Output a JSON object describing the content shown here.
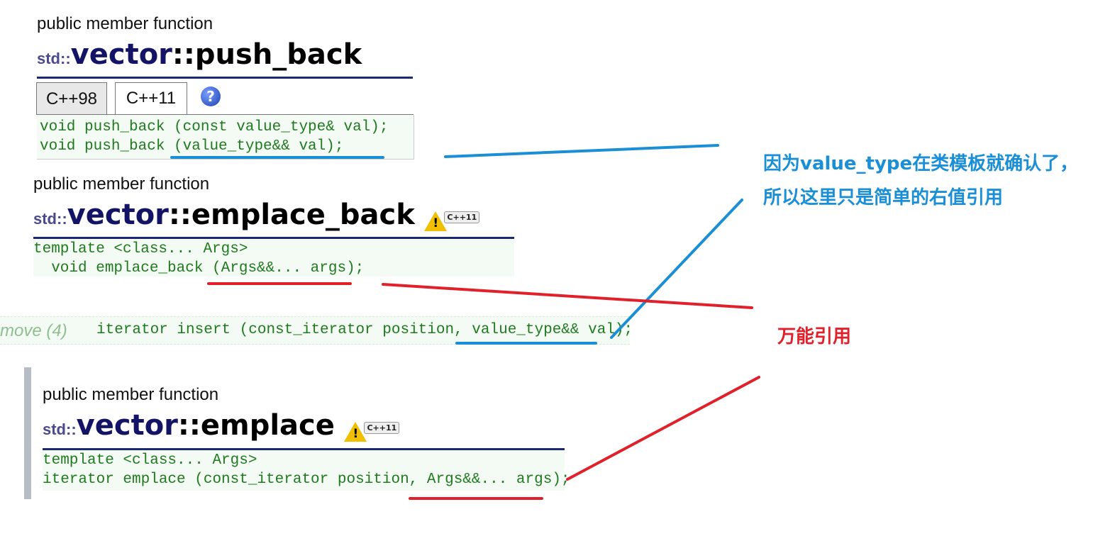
{
  "section1": {
    "kind": "public member function",
    "ns": "std::",
    "cls": "vector",
    "sep": "::",
    "fn": "push_back",
    "tabs": [
      "C++98",
      "C++11"
    ],
    "help_icon": "?",
    "code": [
      "void push_back (const value_type& val);",
      "void push_back (value_type&& val);"
    ]
  },
  "section2": {
    "kind": "public member function",
    "ns": "std::",
    "cls": "vector",
    "sep": "::",
    "fn": "emplace_back",
    "badge": "C++11",
    "code": [
      "template <class... Args>",
      "  void emplace_back (Args&&... args);"
    ]
  },
  "insert_line": {
    "label": "move (4)",
    "code": "iterator insert (const_iterator position, value_type&& val);"
  },
  "section3": {
    "kind": "public member function",
    "ns": "std::",
    "cls": "vector",
    "sep": "::",
    "fn": "emplace",
    "badge": "C++11",
    "code": [
      "template <class... Args>",
      "iterator emplace (const_iterator position, Args&&... args);"
    ]
  },
  "annotations": {
    "blue_line1": "因为value_type在类模板就确认了，",
    "blue_line2": "所以这里只是简单的右值引用",
    "red_note": "万能引用",
    "blue_color": "#1a8fd6",
    "red_color": "#e0202a"
  }
}
